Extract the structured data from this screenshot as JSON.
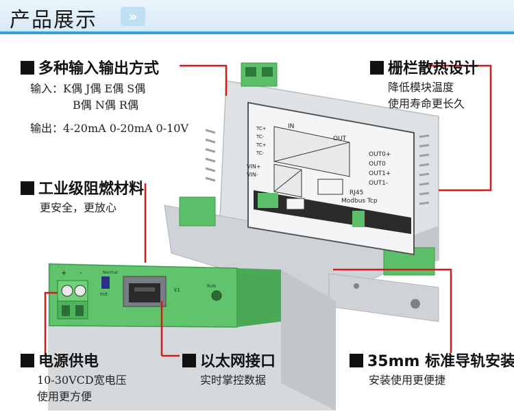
{
  "banner": {
    "title": "产品展示",
    "chevrons": "»"
  },
  "features": {
    "io": {
      "title": "多种输入输出方式",
      "input_line1": "输入：K偶 J偶 E偶 S偶",
      "input_line2": "B偶 N偶 R偶",
      "output_line": "输出：4-20mA 0-20mA 0-10V"
    },
    "heat": {
      "title": "栅栏散热设计",
      "line1": "降低模块温度",
      "line2": "使用寿命更长久"
    },
    "material": {
      "title": "工业级阻燃材料",
      "line1": "更安全，更放心"
    },
    "power": {
      "title": "电源供电",
      "line1": "10-30VCD宽电压",
      "line2": "使用更方便"
    },
    "ethernet": {
      "title": "以太网接口",
      "line1": "实时掌控数据"
    },
    "rail": {
      "title": "35mm 标准导轨安装",
      "line1": "安装使用更便捷"
    }
  },
  "device_label": {
    "in": "IN",
    "out": "OUT",
    "terminals_left": [
      "TC+",
      "TC-",
      "TC+",
      "TC-"
    ],
    "vin_plus": "VIN+",
    "vin_minus": "VIN-",
    "out_labels": [
      "OUT0+",
      "OUT0",
      "OUT1+",
      "OUT1-"
    ],
    "rj45": "RJ45",
    "modbus": "Modbus Tcp"
  },
  "front_panel": {
    "normal": "Normal",
    "init": "Init",
    "e1": "E1",
    "run": "RUN",
    "plus": "+",
    "minus": "-"
  },
  "colors": {
    "banner_stripe": "#2f9fe0",
    "connector_green": "#5cc06a",
    "leader_red": "#d11a1a",
    "housing": "#d9dcdf"
  }
}
